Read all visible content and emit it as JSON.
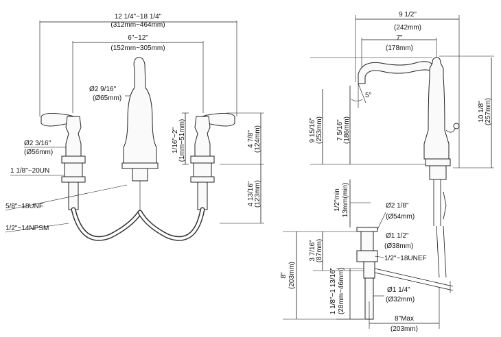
{
  "front": {
    "overall_width": "12 1/4\"~18 1/4\"",
    "overall_width_mm": "(312mm~464mm)",
    "center_width": "6\"~12\"",
    "center_width_mm": "(152mm~305mm)",
    "spout_dia": "Ø2 9/16\"",
    "spout_dia_mm": "(Ø65mm)",
    "handle_dia": "Ø2 3/16\"",
    "handle_dia_mm": "(Ø56mm)",
    "thread_shank": "1 1/8\"~20UN",
    "thread_unf": "5/8\"~18UNF",
    "thread_npsm": "1/2\"~14NPSM",
    "deck_range": "1/16\"~2\"",
    "deck_range_mm": "(1mm~51mm)",
    "handle_height": "4 7/8\"",
    "handle_height_mm": "(124mm)",
    "below_deck": "4 13/16\"",
    "below_deck_mm": "(123mm)"
  },
  "side": {
    "top_width": "9 1/2\"",
    "top_width_mm": "(242mm)",
    "reach": "7\"",
    "reach_mm": "(178mm)",
    "angle": "5°",
    "spout_height": "9 15/16\"",
    "spout_height_mm": "(253mm)",
    "aerator_height": "7 5/16\"",
    "aerator_height_mm": "(186mm)",
    "total_height": "10 1/8\"",
    "total_height_mm": "(257mm)"
  },
  "drain": {
    "min_gap": "1/2\"min",
    "min_gap_mm": "13mm(min)",
    "flange_dia": "Ø2 1/8\"",
    "flange_dia_mm": "(Ø54mm)",
    "body_dia": "Ø1 1/2\"",
    "body_dia_mm": "(Ø38mm)",
    "thread": "1/2\"~18UNEF",
    "tail_dia": "Ø1 1/4\"",
    "tail_dia_mm": "(Ø32mm)",
    "body_len": "3 7/16\"",
    "body_len_mm": "(87mm)",
    "overall": "8\"",
    "overall_mm": "(203mm)",
    "adj_range": "1 1/8\"~1 13/16\"",
    "adj_range_mm": "(28mm~46mm)",
    "max_reach": "8\"Max",
    "max_reach_mm": "(203mm)"
  }
}
